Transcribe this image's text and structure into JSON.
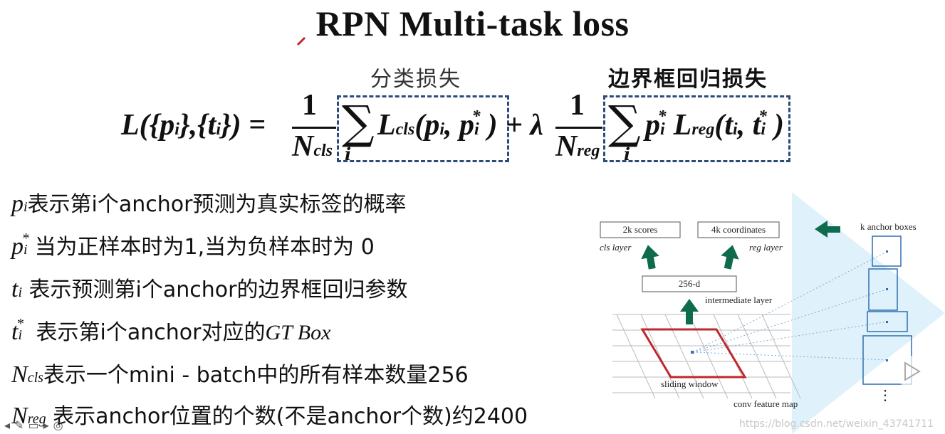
{
  "title": "RPN Multi-task loss",
  "formula": {
    "label_cls": "分类损失",
    "label_reg": "边界框回归损失",
    "lhs": "L({p",
    "lhs_i1": "i",
    "lhs_mid": "},{t",
    "lhs_i2": "i",
    "lhs_end": "}) =",
    "one": "1",
    "n": "N",
    "n_cls_sub": "cls",
    "n_reg_sub": "reg",
    "sum_sub": "i",
    "lcls": "L",
    "lcls_sub": "cls",
    "lcls_args": "(p",
    "lcls_i": "i",
    "lcls_comma": ", p",
    "lcls_i2": "i",
    "star": "*",
    "close": ")",
    "plus_lambda": "+ λ",
    "p": "p",
    "p_i": "i",
    "lreg": "L",
    "lreg_sub": "reg",
    "lreg_args": "(t",
    "lreg_i": "i",
    "lreg_comma": ", t",
    "lreg_i2": "i"
  },
  "bullets": [
    {
      "var": "p",
      "sub": "i",
      "sup": "",
      "text": "表示第i个anchor预测为真实标签的概率",
      "italic": ""
    },
    {
      "var": "p",
      "sub": "i",
      "sup": "*",
      "text": "当为正样本时为1,当为负样本时为 0",
      "italic": ""
    },
    {
      "var": "t",
      "sub": "i",
      "sup": "",
      "text": " 表示预测第i个anchor的边界框回归参数",
      "italic": ""
    },
    {
      "var": "t",
      "sub": "i",
      "sup": "*",
      "text": " 表示第i个anchor对应的",
      "italic": "GT Box"
    },
    {
      "var": "N",
      "sub": "cls",
      "sup": "",
      "text": "表示一个mini - batch中的所有样本数量256",
      "italic": ""
    },
    {
      "var": "N",
      "sub": "reg",
      "sup": "",
      "text": " 表示anchor位置的个数(不是anchor个数)约2400",
      "italic": ""
    }
  ],
  "diagram": {
    "scores": "2k scores",
    "coordinates": "4k coordinates",
    "cls_layer": "cls layer",
    "reg_layer": "reg layer",
    "d256": "256-d",
    "intermediate": "intermediate layer",
    "anchor_boxes": "k anchor boxes",
    "sliding": "sliding window",
    "conv_map": "conv feature map",
    "ellipsis": "⋮"
  },
  "watermark": "https://blog.csdn.net/weixin_43741711",
  "colors": {
    "box_border": "#2c4a7a",
    "arrow": "#0e6b4e",
    "window": "#c0272d",
    "anchor": "#2f6fb0",
    "fan": "#dff1fb"
  }
}
